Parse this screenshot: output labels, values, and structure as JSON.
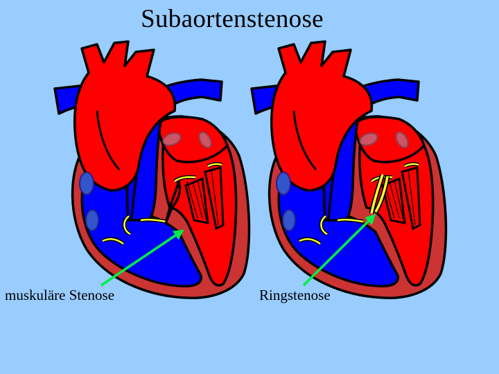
{
  "title": "Subaortenstenose",
  "labels": {
    "left": "muskuläre Stenose",
    "right": "Ringstenose"
  },
  "colors": {
    "background": "#99ccff",
    "oxygenated": "#ff0000",
    "deoxygenated": "#0000ff",
    "myocardium": "#cc3333",
    "valve": "#ffff33",
    "pointer": "#00ee44",
    "outline": "#000000"
  }
}
